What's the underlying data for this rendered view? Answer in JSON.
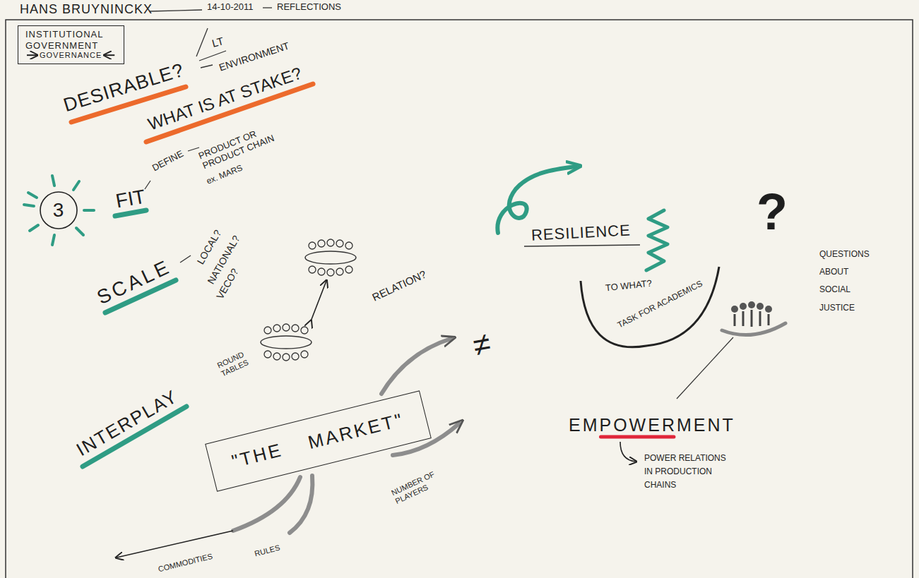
{
  "diagram": {
    "title": "HANS BRUYNINCKX",
    "nodes": [
      {
        "text": [
          "INSTITUTIONAL",
          "GOVERNMENT",
          "GOVERNANCE"
        ]
      },
      {
        "text": [
          "3"
        ]
      },
      {
        "text": [
          "\"THE MARKET\""
        ]
      }
    ],
    "labels": [
      "14-10-2011",
      "REFLECTIONS",
      "DESIRABLE?",
      "LT",
      "ENVIRONMENT",
      "WHAT IS AT STAKE?",
      "DEFINE",
      "PRODUCT OR PRODUCT CHAIN",
      "ex. MARS",
      "FIT",
      "SCALE",
      "LOCAL?",
      "NATIONAL?",
      "VECO?",
      "ROUND TABLES",
      "RELATION?",
      "INTERPLAY",
      "NUMBER OF PLAYERS",
      "COMMODITIES",
      "RULES",
      "≠",
      "RESILIENCE",
      "TO WHAT?",
      "TASK FOR ACADEMICS",
      "?",
      "QUESTIONS ABOUT SOCIAL JUSTICE",
      "EMPOWERMENT",
      "POWER RELATIONS IN PRODUCTION CHAINS"
    ]
  }
}
